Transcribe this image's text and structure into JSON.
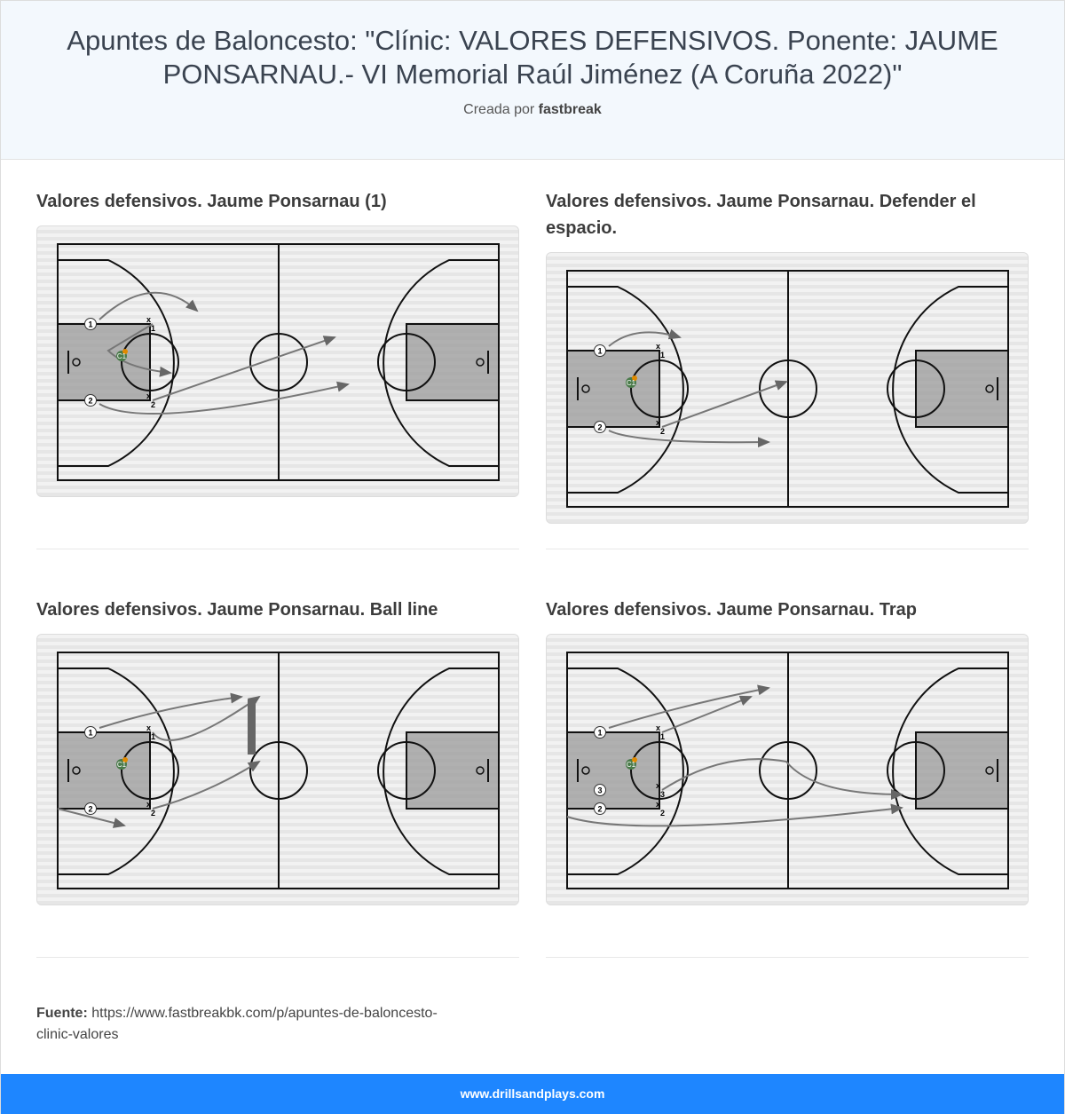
{
  "header": {
    "title": "Apuntes de Baloncesto: \"Clínic: VALORES DEFENSIVOS. Ponente: JAUME PONSARNAU.- VI Memorial Raúl Jiménez (A Coruña 2022)\"",
    "created_by_label": "Creada por",
    "author": "fastbreak"
  },
  "diagrams": [
    {
      "title": "Valores defensivos. Jaume Ponsarnau (1)",
      "players": [
        "1",
        "2"
      ],
      "defenders": [
        "1",
        "2"
      ],
      "coach": "C1"
    },
    {
      "title": "Valores defensivos. Jaume Ponsarnau. Defender el espacio.",
      "players": [
        "1",
        "2"
      ],
      "defenders": [
        "1",
        "2"
      ],
      "coach": "C1"
    },
    {
      "title": "Valores defensivos. Jaume Ponsarnau. Ball line",
      "players": [
        "1",
        "2"
      ],
      "defenders": [
        "1",
        "2"
      ],
      "coach": "C1"
    },
    {
      "title": "Valores defensivos. Jaume Ponsarnau. Trap",
      "players": [
        "1",
        "2",
        "3"
      ],
      "defenders": [
        "1",
        "2",
        "3"
      ],
      "coach": "C1"
    }
  ],
  "source": {
    "label": "Fuente:",
    "url": "https://www.fastbreakbk.com/p/apuntes-de-baloncesto-clinic-valores"
  },
  "footer": {
    "site": "www.drillsandplays.com"
  },
  "colors": {
    "header_bg": "#f3f8fd",
    "footer_bg": "#1e86ff",
    "paint": "#999999"
  }
}
